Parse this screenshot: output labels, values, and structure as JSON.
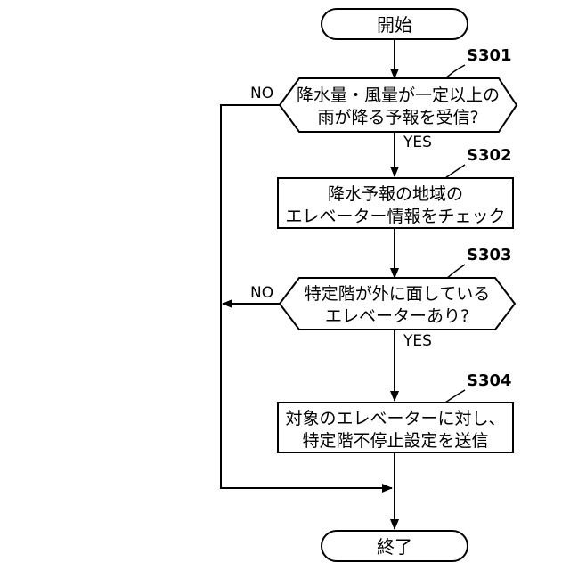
{
  "nodes": {
    "start": "開始",
    "s301_line1": "降水量・風量が一定以上の",
    "s301_line2": "雨が降る予報を受信?",
    "s302_line1": "降水予報の地域の",
    "s302_line2": "エレベーター情報をチェック",
    "s303_line1": "特定階が外に面している",
    "s303_line2": "エレベーターあり?",
    "s304_line1": "対象のエレベーターに対し、",
    "s304_line2": "特定階不停止設定を送信",
    "end": "終了"
  },
  "step_labels": {
    "s301": "S301",
    "s302": "S302",
    "s303": "S303",
    "s304": "S304"
  },
  "branches": {
    "yes": "YES",
    "no": "NO"
  }
}
